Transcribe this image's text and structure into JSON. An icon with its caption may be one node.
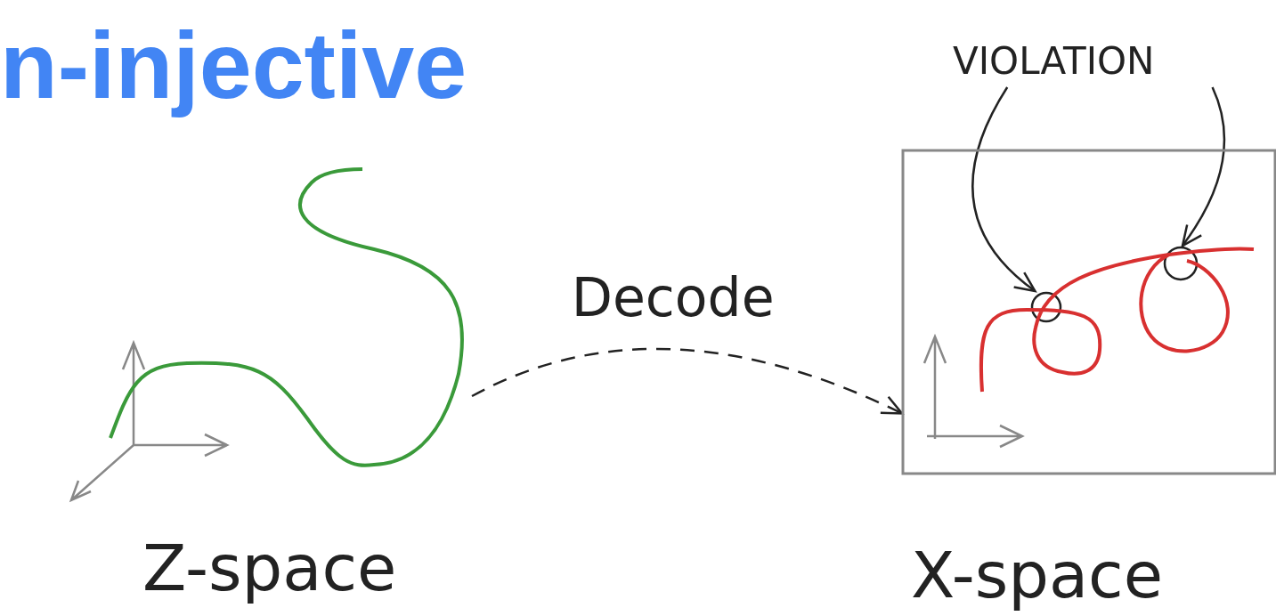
{
  "diagram": {
    "title": "n-injective",
    "nodes": [
      {
        "text": [
          "Z-space"
        ]
      },
      {
        "text": [
          "X-space"
        ]
      },
      {
        "text": [
          "VIOLATION"
        ]
      },
      {
        "text": [],
        "shape": "circle",
        "in": 1
      },
      {
        "text": [],
        "shape": "circle",
        "in": 1
      }
    ],
    "edges": [
      {
        "from": 0,
        "to": 1,
        "arrow": "to",
        "style": "dashed",
        "label": "Decode"
      },
      {
        "from": 2,
        "to": 3,
        "arrow": "to"
      },
      {
        "from": 2,
        "to": 4,
        "arrow": "to"
      }
    ]
  }
}
